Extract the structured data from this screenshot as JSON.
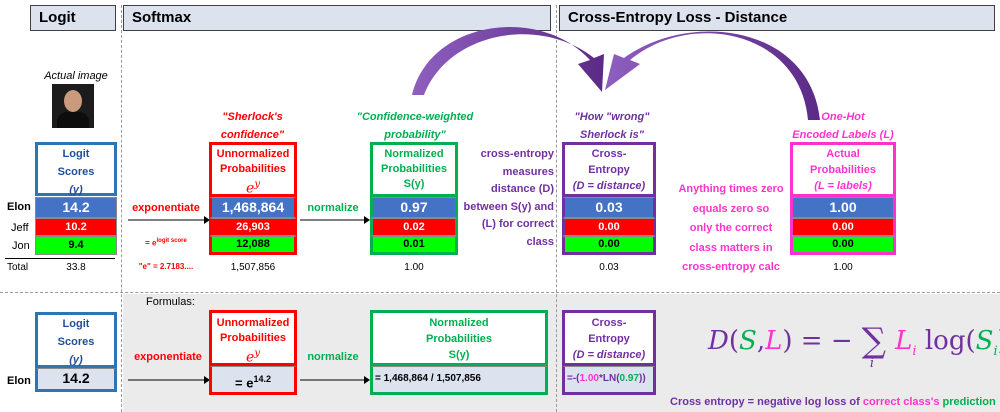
{
  "headers": {
    "logit": "Logit",
    "softmax": "Softmax",
    "cross_entropy": "Cross-Entropy Loss - Distance"
  },
  "actual_image_label": "Actual image",
  "row_labels": [
    "Elon",
    "Jeff",
    "Jon",
    "Total"
  ],
  "logit": {
    "title": [
      "Logit",
      "Scores",
      "(y)"
    ],
    "values": [
      "14.2",
      "10.2",
      "9.4"
    ],
    "total": "33.8"
  },
  "arrows": {
    "exponentiate": "exponentiate",
    "exp_note": "= e",
    "exp_note_sup": "logit score",
    "e_note": "\"e\" = 2.7183....",
    "normalize": "normalize"
  },
  "unnormalized": {
    "caption": [
      "\"Sherlock's",
      "confidence\""
    ],
    "title": [
      "Unnormalized",
      "Probabilities"
    ],
    "symbol": "e",
    "symbol_sup": "y",
    "values": [
      "1,468,864",
      "26,903",
      "12,088"
    ],
    "total": "1,507,856"
  },
  "normalized": {
    "caption": [
      "\"Confidence-weighted",
      "probability\""
    ],
    "title": [
      "Normalized",
      "Probabilities",
      "S(y)"
    ],
    "values": [
      "0.97",
      "0.02",
      "0.01"
    ],
    "total": "1.00"
  },
  "ce_explain": [
    "cross-entropy",
    "measures",
    "distance (D)",
    "between S(y) and",
    "(L) for correct",
    "class"
  ],
  "cross_entropy": {
    "caption": [
      "\"How \"wrong\"",
      "Sherlock is\""
    ],
    "title": [
      "Cross-",
      "Entropy",
      "(D = distance)"
    ],
    "values": [
      "0.03",
      "0.00",
      "0.00"
    ],
    "total": "0.03"
  },
  "times_zero": [
    "Anything times zero",
    "equals zero so",
    "only the correct",
    "class matters in",
    "cross-entropy calc"
  ],
  "onehot": {
    "caption": [
      "One-Hot",
      "Encoded Labels (L)"
    ],
    "title": [
      "Actual",
      "Probabilities",
      "(L = labels)"
    ],
    "values": [
      "1.00",
      "0.00",
      "0.00"
    ],
    "total": "1.00"
  },
  "formulas": {
    "label": "Formulas:",
    "row_label": "Elon",
    "logit_value": "14.2",
    "unnorm_formula": "= e",
    "unnorm_formula_sup": "14.2",
    "norm_formula": "= 1,468,864 / 1,507,856",
    "ce_formula_parts": [
      "=-(",
      "1.00",
      "*LN(",
      "0.97",
      "))"
    ],
    "equation": {
      "D": "D",
      "open": "(",
      "S": "S",
      "comma": ",",
      "L": "L",
      "close": ")",
      "eq": " = −",
      "sum": "∑",
      "sub_i": "i",
      "Li": "L",
      "i1": "i",
      "log": "log(",
      "Si": "S",
      "i2": "i",
      "end": ")"
    },
    "footer_parts": [
      "Cross entropy = negative log loss of ",
      "correct class's",
      " prediction"
    ]
  },
  "colors": {
    "blue_box": "#2e75b6",
    "red_box": "#ff0000",
    "green_box": "#00b050",
    "purple_box": "#7030a0",
    "pink_box": "#ff33cc",
    "header_bg": "#dce3ef",
    "gray_bg": "#e8e8e8"
  }
}
